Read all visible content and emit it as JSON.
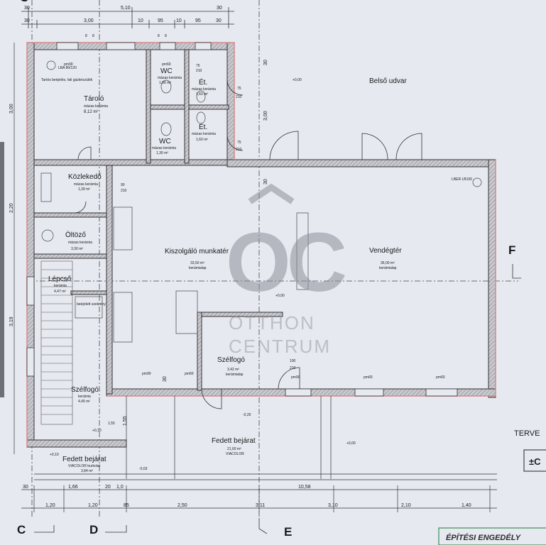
{
  "rooms": [
    {
      "name": "Tároló",
      "floor": "mázas kerámia",
      "area": "8,12 m²"
    },
    {
      "name": "WC",
      "floor": "mázas kerámia",
      "area": "1,36 m²"
    },
    {
      "name": "Ét.",
      "floor": "mázas kerámia",
      "area": "1,60 m²"
    },
    {
      "name": "Ét.",
      "floor": "mázas kerámia",
      "area": "1,60 m²"
    },
    {
      "name": "WC",
      "floor": "mázas kerámia",
      "area": "1,36 m²"
    },
    {
      "name": "Közlekedő",
      "floor": "mázas kerámia",
      "area": "1,39 m²"
    },
    {
      "name": "Öltöző",
      "floor": "mázas kerámia",
      "area": "3,30 m²"
    },
    {
      "name": "Lépcső",
      "floor": "kerámia",
      "area": "4,47 m²"
    },
    {
      "name": "Kiszolgáló munkatér",
      "floor": "kerámialap",
      "area": "33,50 m²"
    },
    {
      "name": "Vendégtér",
      "floor": "kerámialap",
      "area": "36,00 m²"
    },
    {
      "name": "Szélfogó",
      "floor": "kerámialap",
      "area": "3,42 m²"
    },
    {
      "name": "Szélfogó",
      "floor": "kerámia",
      "area": "4,45 m²"
    },
    {
      "name": "Fedett bejárat",
      "floor": "VIACOLOR",
      "area": "21,60 m²"
    },
    {
      "name": "Fedett bejárat",
      "floor": "VIACOLOR burkolat",
      "area": "3,84 m²"
    }
  ],
  "labels": {
    "courtyard": "Belső udvar",
    "tank": "LBA 80/120",
    "tank_note": "Tartós beépítés, fali gázkészülék",
    "serving": "beépített szekrény",
    "vent": "LBER LB100",
    "terve": "TERVE",
    "pm_c": "±C",
    "permit": "ÉPÍTÉSI ENGEDÉLY"
  },
  "sections": {
    "c": "C",
    "d": "D",
    "e": "E",
    "f": "F"
  },
  "levels": {
    "l1": "+0,00",
    "l2": "+0,00",
    "l3": "-0,20",
    "l4": "+0,10",
    "l5": "+0,10",
    "l6": "-0,03",
    "l7": "+0,00"
  },
  "dimensions": {
    "top1": [
      "30",
      "5,10",
      "30"
    ],
    "top2": [
      "30",
      "3,00",
      "10",
      "95",
      "10",
      "95",
      "30"
    ],
    "top_small": [
      "8",
      "8",
      "8",
      "8"
    ],
    "right_vertical": [
      "3,00",
      "30"
    ],
    "bottom1": [
      "30",
      "1,66",
      "20",
      "1,0",
      "10,58"
    ],
    "bottom2": [
      "1,20",
      "1,20",
      "85",
      "2,50",
      "3,11",
      "3,10",
      "2,10",
      "1,40"
    ],
    "left_vertical": [
      "3,00",
      "2,20",
      "3,19",
      "1,55"
    ],
    "door_sizes": [
      "75",
      "210",
      "75",
      "210",
      "75",
      "210",
      "100",
      "210",
      "90",
      "210"
    ],
    "sills": [
      "pm90",
      "pm60",
      "pm90",
      "pm90",
      "pm60",
      "pm60",
      "pm60"
    ],
    "misc": [
      "1,55",
      "30",
      "30"
    ]
  },
  "watermark": {
    "logo": "OC",
    "line1": "OTTHON",
    "line2": "CENTRUM"
  }
}
